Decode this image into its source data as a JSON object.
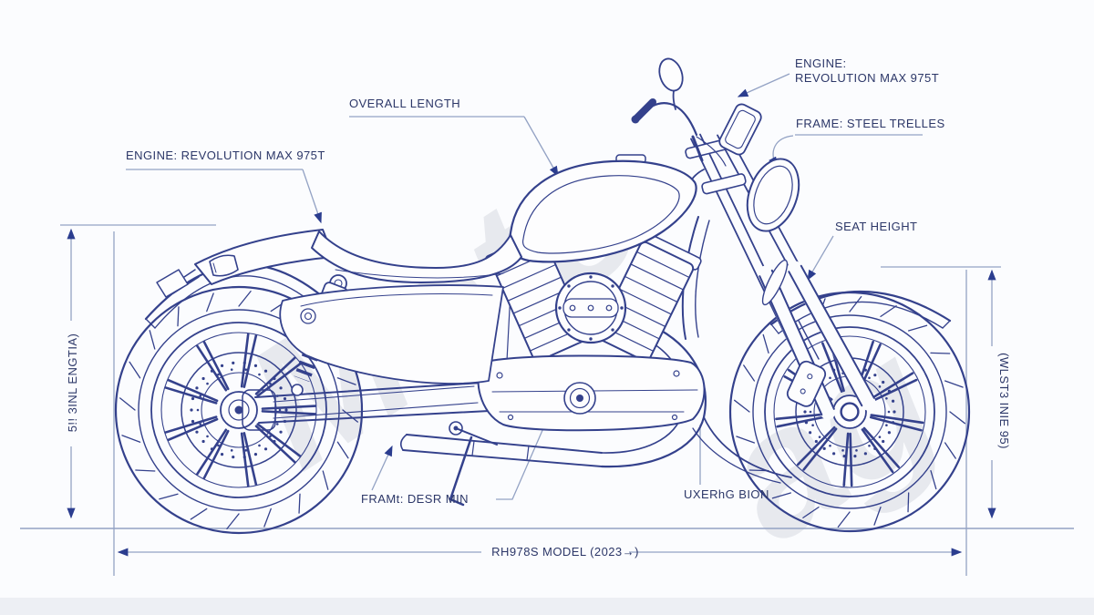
{
  "labels": {
    "overall_length": "OVERALL LENGTH",
    "engine_left": "ENGINE: REVOLUTION MAX 975T",
    "engine_right_line1": "ENGINE:",
    "engine_right_line2": "REVOLUTION MAX 975T",
    "frame_right": "FRAME: STEEL TRELLES",
    "seat_height": "SEAT HEIGHT",
    "left_vertical": "5!! 3INL ENGTIA)",
    "right_vertical": "(WLST3 INIE 95)",
    "frame_bottom": "FRAMt: DESR MIN",
    "lower_right": "UXERhG BION",
    "model": "RH978S MODEL (2023→)"
  },
  "watermark": {
    "text": "Moto",
    "text2": "ag"
  },
  "colors": {
    "ink": "#34418c",
    "dimension_line": "#93a2c4",
    "arrowhead": "#2b3d8f",
    "label_text": "#2c3768",
    "background": "#fbfcfe",
    "watermark": "#e7e9ee"
  }
}
